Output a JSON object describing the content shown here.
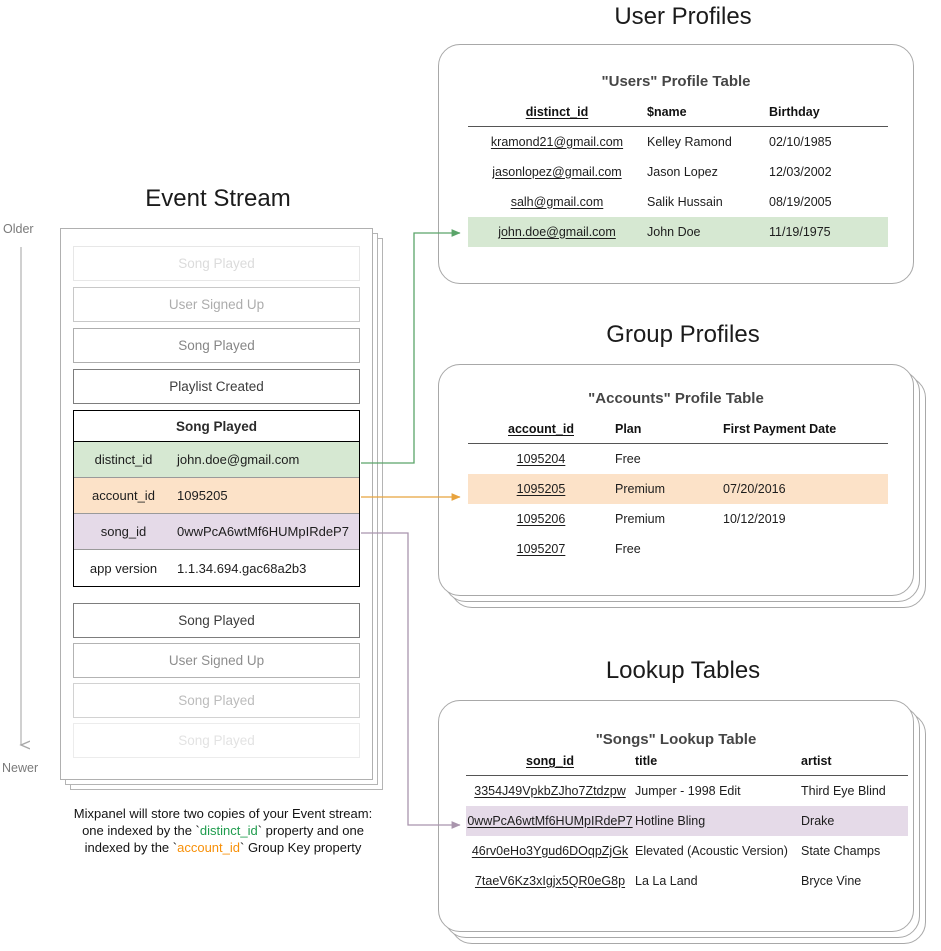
{
  "sections": {
    "event_stream_title": "Event Stream",
    "user_profiles_title": "User Profiles",
    "group_profiles_title": "Group Profiles",
    "lookup_tables_title": "Lookup Tables"
  },
  "timeline": {
    "older_label": "Older",
    "newer_label": "Newer"
  },
  "event_stream": {
    "events_before": [
      {
        "name": "Song Played",
        "opacity": 0.18
      },
      {
        "name": "User Signed Up",
        "opacity": 0.42
      },
      {
        "name": "Song Played",
        "opacity": 0.62
      },
      {
        "name": "Playlist Created",
        "opacity": 1.0
      }
    ],
    "selected_event": {
      "name": "Song Played",
      "properties": [
        {
          "key": "distinct_id",
          "value": "john.doe@gmail.com",
          "highlight": "green"
        },
        {
          "key": "account_id",
          "value": "1095205",
          "highlight": "orange"
        },
        {
          "key": "song_id",
          "value": "0wwPcA6wtMf6HUMpIRdeP7",
          "highlight": "purple"
        },
        {
          "key": "app version",
          "value": "1.1.34.694.gac68a2b3",
          "highlight": "none"
        }
      ]
    },
    "events_after": [
      {
        "name": "Song Played",
        "opacity": 1.0
      },
      {
        "name": "User Signed Up",
        "opacity": 0.58
      },
      {
        "name": "Song Played",
        "opacity": 0.34
      },
      {
        "name": "Song Played",
        "opacity": 0.14
      }
    ]
  },
  "caption": {
    "line1": "Mixpanel will store two copies of your Event stream:",
    "line2_a": "one indexed by the `",
    "line2_token": "distinct_id",
    "line2_b": "` property and one",
    "line3_a": "indexed by the `",
    "line3_token": "account_id",
    "line3_b": "` Group Key property"
  },
  "users_table": {
    "card_title": "\"Users\" Profile Table",
    "headers": [
      "distinct_id",
      "$name",
      "Birthday"
    ],
    "rows": [
      {
        "cells": [
          "kramond21@gmail.com",
          "Kelley Ramond",
          "02/10/1985"
        ],
        "highlight": "none"
      },
      {
        "cells": [
          "jasonlopez@gmail.com",
          "Jason Lopez",
          "12/03/2002"
        ],
        "highlight": "none"
      },
      {
        "cells": [
          "salh@gmail.com",
          "Salik Hussain",
          "08/19/2005"
        ],
        "highlight": "none"
      },
      {
        "cells": [
          "john.doe@gmail.com",
          "John Doe",
          "11/19/1975"
        ],
        "highlight": "green"
      }
    ]
  },
  "accounts_table": {
    "card_title": "\"Accounts\" Profile Table",
    "headers": [
      "account_id",
      "Plan",
      "First Payment Date"
    ],
    "rows": [
      {
        "cells": [
          "1095204",
          "Free",
          ""
        ],
        "highlight": "none"
      },
      {
        "cells": [
          "1095205",
          "Premium",
          "07/20/2016"
        ],
        "highlight": "orange"
      },
      {
        "cells": [
          "1095206",
          "Premium",
          "10/12/2019"
        ],
        "highlight": "none"
      },
      {
        "cells": [
          "1095207",
          "Free",
          ""
        ],
        "highlight": "none"
      }
    ]
  },
  "songs_table": {
    "card_title": "\"Songs\" Lookup Table",
    "headers": [
      "song_id",
      "title",
      "artist"
    ],
    "rows": [
      {
        "cells": [
          "3354J49VpkbZJho7Ztdzpw",
          "Jumper - 1998 Edit",
          "Third Eye Blind"
        ],
        "highlight": "none"
      },
      {
        "cells": [
          "0wwPcA6wtMf6HUMpIRdeP7",
          "Hotline Bling",
          "Drake"
        ],
        "highlight": "purple"
      },
      {
        "cells": [
          "46rv0eHo3Ygud6DOqpZjGk",
          "Elevated (Acoustic Version)",
          "State Champs"
        ],
        "highlight": "none"
      },
      {
        "cells": [
          "7taeV6Kz3xIgjx5QR0eG8p",
          "La La Land",
          "Bryce Vine"
        ],
        "highlight": "none"
      }
    ]
  },
  "colors": {
    "green_fill": "#d6e8d2",
    "orange_fill": "#fce2c8",
    "purple_fill": "#e5dae8",
    "green_line": "#5aa469",
    "orange_line": "#e8a33d",
    "purple_line": "#a995ad",
    "card_border": "#a8a8a8"
  }
}
